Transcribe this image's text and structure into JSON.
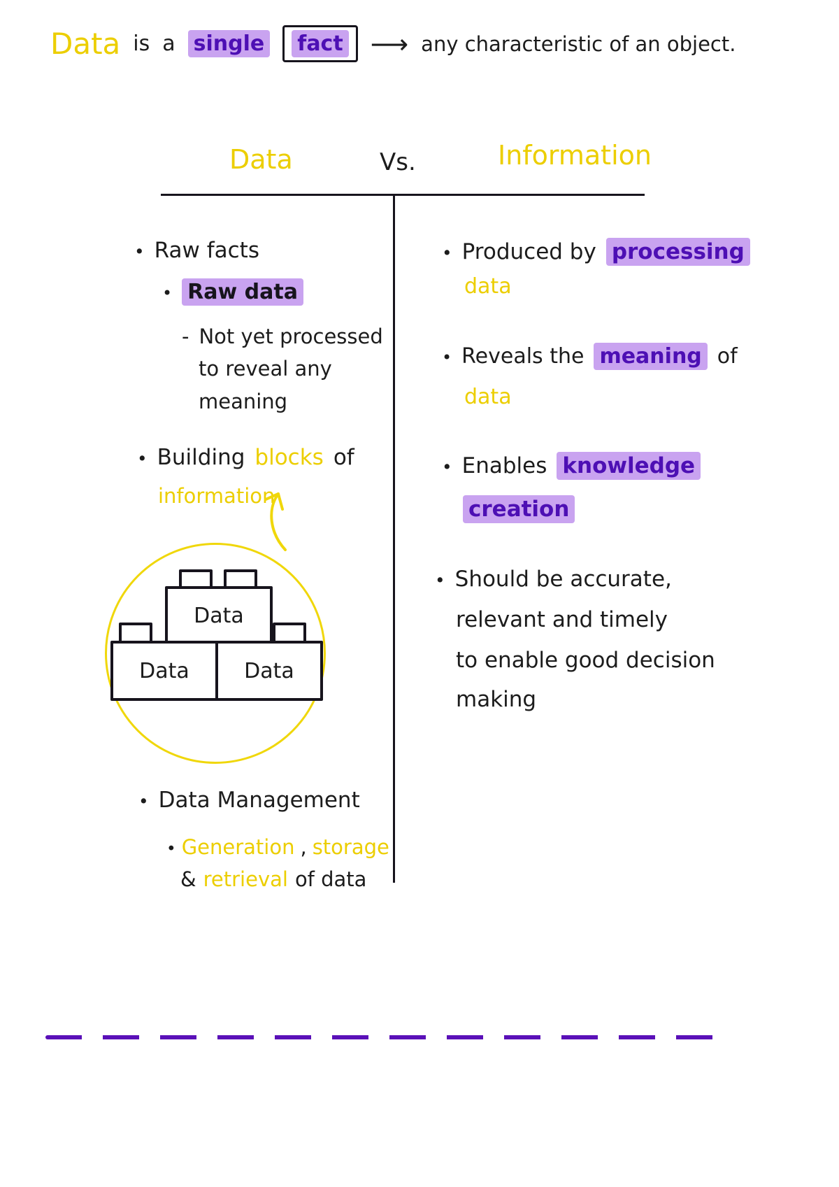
{
  "colors": {
    "ink": "#1c1c1c",
    "yellow": "#ecce00",
    "purple": "#5315bb",
    "highlight": "#c9a3f0",
    "dashed_line": "#5a10b8",
    "circle": "#f0d70a"
  },
  "glyphs": {
    "bullet": "•",
    "dash": "-",
    "arrow": "⟶",
    "ampersand": "&",
    "comma": ","
  },
  "title": {
    "data": "Data",
    "is": "is",
    "a": "a",
    "single": "single",
    "fact": "fact",
    "tail": "any characteristic of an object."
  },
  "table": {
    "left_header": "Data",
    "vs": "Vs.",
    "right_header": "Information"
  },
  "left_column": {
    "raw_facts": "Raw facts",
    "raw_data": "Raw data",
    "not_yet_1": "Not yet processed",
    "not_yet_2": "to reveal any",
    "not_yet_3": "meaning",
    "building": "Building",
    "blocks": "blocks",
    "of": "of",
    "information": "information",
    "management": "Data Management",
    "generation": "Generation",
    "storage": "storage",
    "retrieval": "retrieval",
    "of_data": "of data"
  },
  "diagram": {
    "top_brick": "Data",
    "left_brick": "Data",
    "right_brick": "Data"
  },
  "right_column": {
    "produced_by": "Produced by",
    "processing": "processing",
    "produced_data": "data",
    "reveals_the": "Reveals the",
    "meaning": "meaning",
    "of": "of",
    "reveals_data": "data",
    "enables": "Enables",
    "knowledge": "knowledge",
    "creation": "creation",
    "should_1": "Should be accurate,",
    "should_2": "relevant and timely",
    "should_3": "to enable good decision",
    "should_4": "making"
  }
}
